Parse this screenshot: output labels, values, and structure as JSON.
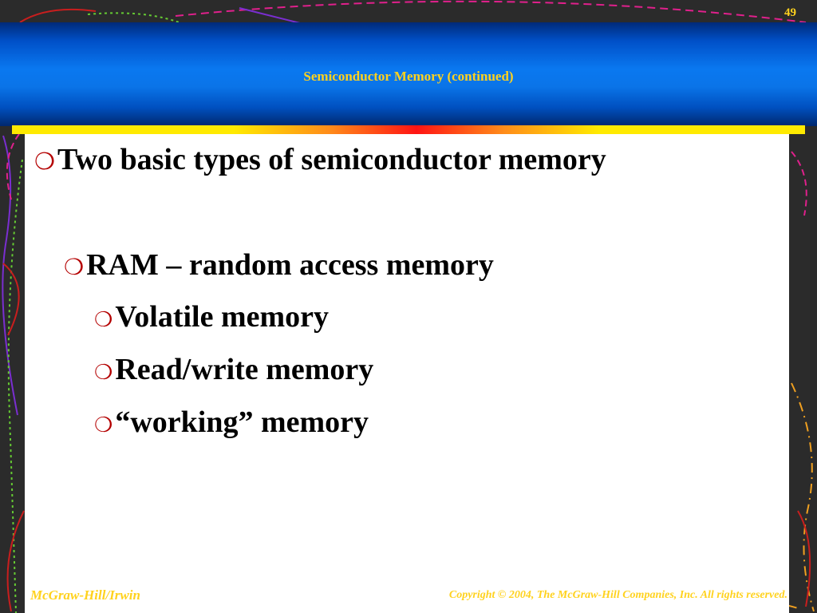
{
  "slide": {
    "page_number": "49",
    "title": "Semiconductor Memory (continued)"
  },
  "content": {
    "bullet_glyph": "❍",
    "items": [
      {
        "level": 1,
        "text": "Two basic types of semiconductor memory"
      },
      {
        "level": 2,
        "text": "RAM – random access memory"
      },
      {
        "level": 3,
        "text": "Volatile memory"
      },
      {
        "level": 3,
        "text": "Read/write memory"
      },
      {
        "level": 3,
        "text": "“working” memory"
      }
    ]
  },
  "footer": {
    "publisher": "McGraw-Hill/Irwin",
    "copyright": "Copyright © 2004, The McGraw-Hill Companies, Inc. All rights reserved."
  },
  "colors": {
    "background": "#2b2b2b",
    "header_blue": "#0a78f0",
    "title_yellow": "#ffd21e",
    "bullet_red": "#b40000",
    "panel_white": "#ffffff"
  }
}
